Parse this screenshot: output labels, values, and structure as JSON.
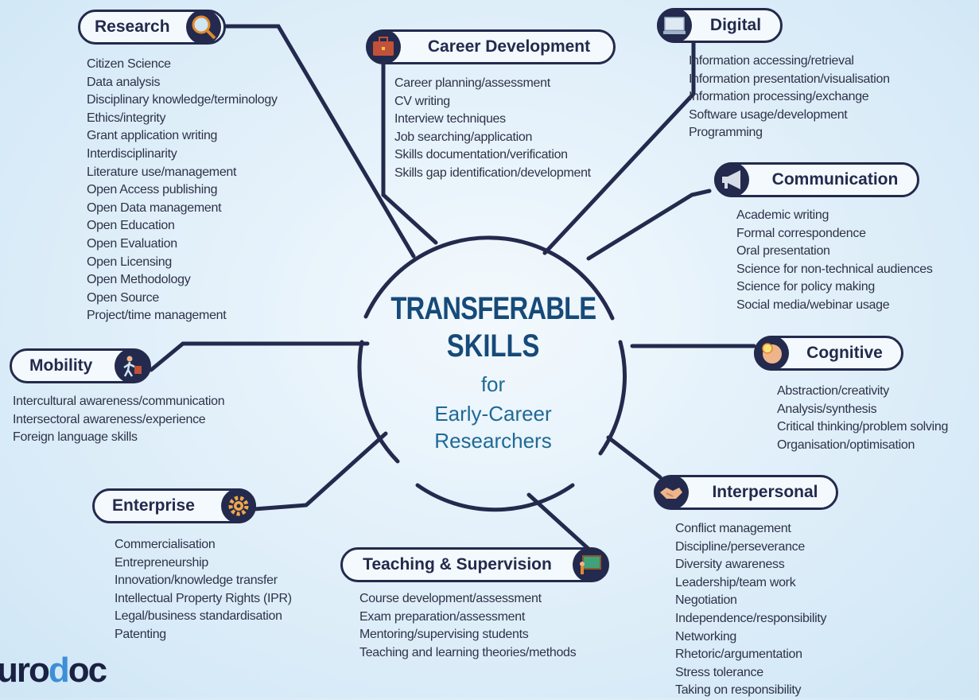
{
  "center": {
    "line1": "TRANSFERABLE",
    "line2": "SKILLS",
    "line3": "for",
    "line4": "Early-Career",
    "line5": "Researchers"
  },
  "categories": {
    "research": {
      "title": "Research",
      "icon": "magnifier-icon",
      "items": [
        "Citizen Science",
        "Data analysis",
        "Disciplinary knowledge/terminology",
        "Ethics/integrity",
        "Grant application writing",
        "Interdisciplinarity",
        "Literature use/management",
        "Open Access publishing",
        "Open Data management",
        "Open Education",
        "Open Evaluation",
        "Open Licensing",
        "Open Methodology",
        "Open Source",
        "Project/time management"
      ]
    },
    "career": {
      "title": "Career Development",
      "icon": "briefcase-icon",
      "items": [
        "Career planning/assessment",
        "CV writing",
        "Interview techniques",
        "Job searching/application",
        "Skills documentation/verification",
        "Skills gap identification/development"
      ]
    },
    "digital": {
      "title": "Digital",
      "icon": "computer-icon",
      "items": [
        "Information accessing/retrieval",
        "Information presentation/visualisation",
        "Information processing/exchange",
        "Software usage/development",
        "Programming"
      ]
    },
    "communication": {
      "title": "Communication",
      "icon": "megaphone-icon",
      "items": [
        "Academic writing",
        "Formal correspondence",
        "Oral presentation",
        "Science for non-technical audiences",
        "Science for policy making",
        "Social media/webinar usage"
      ]
    },
    "cognitive": {
      "title": "Cognitive",
      "icon": "lightbulb-head-icon",
      "items": [
        "Abstraction/creativity",
        "Analysis/synthesis",
        "Critical thinking/problem solving",
        "Organisation/optimisation"
      ]
    },
    "interpersonal": {
      "title": "Interpersonal",
      "icon": "handshake-icon",
      "items": [
        "Conflict management",
        "Discipline/perseverance",
        "Diversity awareness",
        "Leadership/team work",
        "Negotiation",
        "Independence/responsibility",
        "Networking",
        "Rhetoric/argumentation",
        "Stress tolerance",
        "Taking on responsibility"
      ]
    },
    "teaching": {
      "title": "Teaching & Supervision",
      "icon": "blackboard-icon",
      "items": [
        "Course development/assessment",
        "Exam preparation/assessment",
        "Mentoring/supervising students",
        "Teaching and learning theories/methods"
      ]
    },
    "enterprise": {
      "title": "Enterprise",
      "icon": "gear-icon",
      "items": [
        "Commercialisation",
        "Entrepreneurship",
        "Innovation/knowledge transfer",
        "Intellectual Property Rights (IPR)",
        "Legal/business standardisation",
        "Patenting"
      ]
    },
    "mobility": {
      "title": "Mobility",
      "icon": "traveler-icon",
      "items": [
        "Intercultural awareness/communication",
        "Intersectoral awareness/experience",
        "Foreign language skills"
      ]
    }
  },
  "logo": {
    "text_pre": "uro",
    "text_accent": "d",
    "text_post": "oc"
  },
  "colors": {
    "navy": "#232a4d",
    "title_blue": "#164a79",
    "subtitle_blue": "#1f6a96"
  }
}
